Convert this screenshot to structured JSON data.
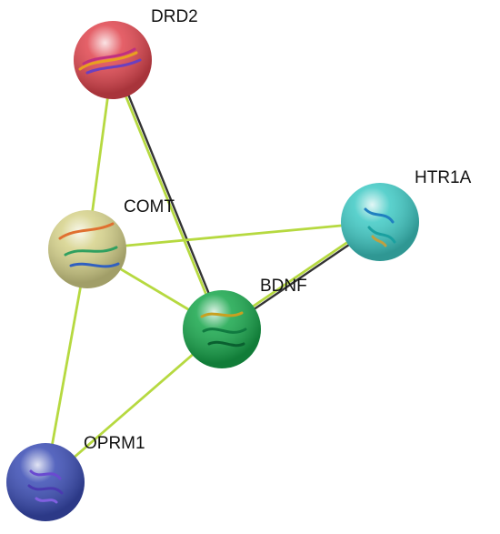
{
  "network": {
    "nodes": [
      {
        "id": "DRD2",
        "label": "DRD2",
        "color": "#e0454e"
      },
      {
        "id": "COMT",
        "label": "COMT",
        "color": "#d6d28a"
      },
      {
        "id": "HTR1A",
        "label": "HTR1A",
        "color": "#3ec9c4"
      },
      {
        "id": "BDNF",
        "label": "BDNF",
        "color": "#17a64b"
      },
      {
        "id": "OPRM1",
        "label": "OPRM1",
        "color": "#3a4cb4"
      }
    ],
    "edges": [
      {
        "from": "DRD2",
        "to": "COMT",
        "evidence": [
          "green"
        ]
      },
      {
        "from": "DRD2",
        "to": "BDNF",
        "evidence": [
          "black",
          "green"
        ]
      },
      {
        "from": "COMT",
        "to": "HTR1A",
        "evidence": [
          "green"
        ]
      },
      {
        "from": "COMT",
        "to": "BDNF",
        "evidence": [
          "green"
        ]
      },
      {
        "from": "COMT",
        "to": "OPRM1",
        "evidence": [
          "green"
        ]
      },
      {
        "from": "HTR1A",
        "to": "BDNF",
        "evidence": [
          "black",
          "green"
        ]
      },
      {
        "from": "BDNF",
        "to": "OPRM1",
        "evidence": [
          "green"
        ]
      }
    ],
    "edge_colors": {
      "green": "#b6d940",
      "black": "#333333"
    }
  }
}
